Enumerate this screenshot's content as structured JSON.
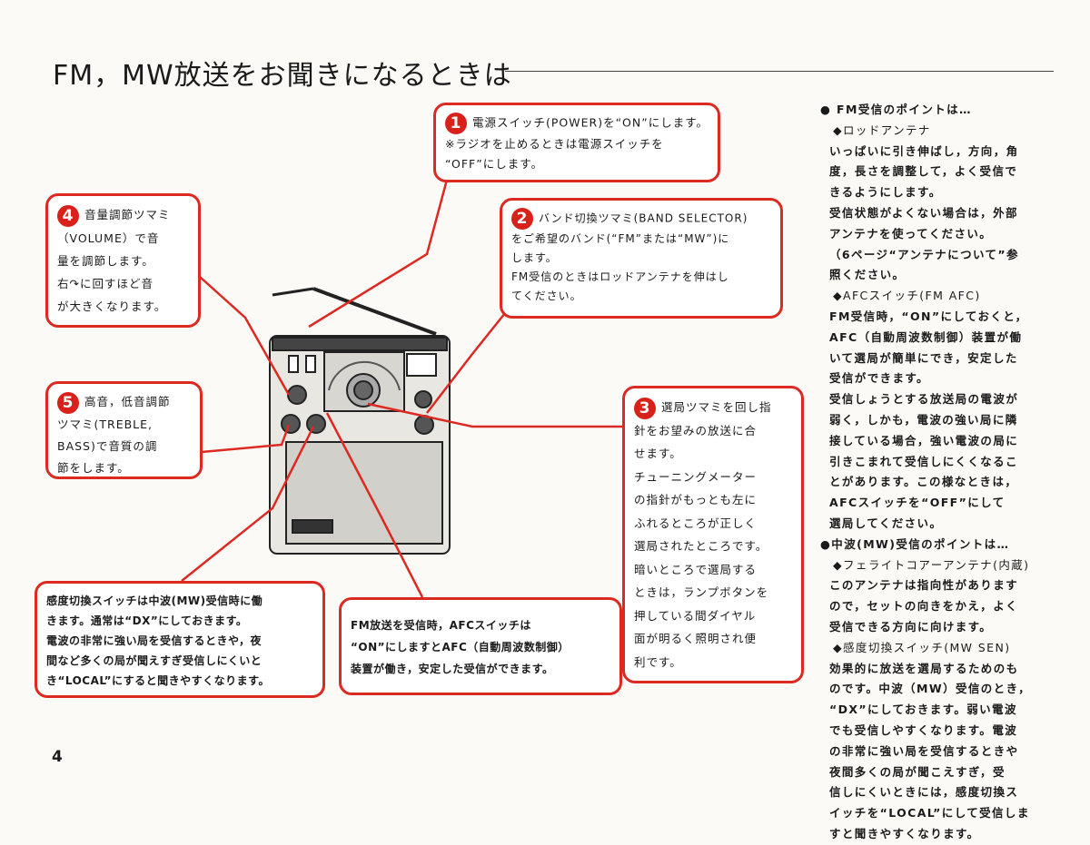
{
  "title": "FM，MW放送をお聞きになるときは",
  "page_number": "4",
  "callouts": {
    "c1": {
      "number": "1",
      "lines": [
        "電源スイッチ(POWER)を“ON”にします。",
        "※ラジオを止めるときは電源スイッチを",
        "“OFF”にします。"
      ]
    },
    "c2": {
      "number": "2",
      "lines": [
        "バンド切換ツマミ(BAND SELECTOR)",
        "をご希望のバンド(“FM”または“MW”)に",
        "します。",
        "FM受信のときはロッドアンテナを伸はし",
        "てください。"
      ]
    },
    "c3": {
      "number": "3",
      "lines": [
        "選局ツマミを回し指",
        "針をお望みの放送に合",
        "せます。",
        "チューニングメーター",
        "の指針がもっとも左に",
        "ふれるところが正しく",
        "選局されたところです。",
        "暗いところで選局する",
        "ときは，ランプボタンを",
        "押している間ダイヤル",
        "面が明るく照明され便",
        "利です。"
      ]
    },
    "c4": {
      "number": "4",
      "lines": [
        "音量調節ツマミ",
        "（VOLUME）で音",
        "量を調節します。",
        "右↷に回すほど音",
        "が大きくなります。"
      ]
    },
    "c5": {
      "number": "5",
      "lines": [
        "高音，低音調節",
        "ツマミ(TREBLE,",
        "BASS)で音質の調",
        "節をします。"
      ]
    },
    "sens": {
      "lines": [
        "感度切換スイッチは中波(MW)受信時に働",
        "きます。通常は“DX”にしておきます。",
        "電波の非常に強い局を受信するときや，夜",
        "間など多くの局が聞えすぎ受信しにくいと",
        "き“LOCAL”にすると聞きやすくなります。"
      ]
    },
    "afc": {
      "lines": [
        "FM放送を受信時，AFCスイッチは",
        "“ON”にしますとAFC（自動周波数制御）",
        "装置が働き，安定した受信ができます。"
      ]
    }
  },
  "right_column": [
    {
      "type": "head",
      "text": "● FM受信のポイントは…"
    },
    {
      "type": "sub",
      "text": "◆ロッドアンテナ"
    },
    {
      "type": "body",
      "text": "いっぱいに引き伸ばし，方向，角"
    },
    {
      "type": "body",
      "text": "度，長さを調整して，よく受信で"
    },
    {
      "type": "body",
      "text": "きるようにします。"
    },
    {
      "type": "body",
      "text": "受信状態がよくない場合は，外部"
    },
    {
      "type": "body",
      "text": "アンテナを使ってください。"
    },
    {
      "type": "body",
      "text": "（6ページ“アンテナについて”参"
    },
    {
      "type": "body",
      "text": "照ください。"
    },
    {
      "type": "sub",
      "text": "◆AFCスイッチ(FM AFC)"
    },
    {
      "type": "body",
      "text": "FM受信時，“ON”にしておくと，"
    },
    {
      "type": "body",
      "text": "AFC（自動周波数制御）装置が働"
    },
    {
      "type": "body",
      "text": "いて選局が簡単にでき，安定した"
    },
    {
      "type": "body",
      "text": "受信ができます。"
    },
    {
      "type": "body",
      "text": "受信しょうとする放送局の電波が"
    },
    {
      "type": "body",
      "text": "弱く，しかも，電波の強い局に隣"
    },
    {
      "type": "body",
      "text": "接している場合，強い電波の局に"
    },
    {
      "type": "body",
      "text": "引きこまれて受信しにくくなるこ"
    },
    {
      "type": "body",
      "text": "とがあります。この様なときは，"
    },
    {
      "type": "body",
      "text": "AFCスイッチを“OFF”にして"
    },
    {
      "type": "body",
      "text": "選局してください。"
    },
    {
      "type": "head",
      "text": "●中波(MW)受信のポイントは…"
    },
    {
      "type": "sub",
      "text": "◆フェライトコアーアンテナ(内蔵)"
    },
    {
      "type": "body",
      "text": "このアンテナは指向性があります"
    },
    {
      "type": "body",
      "text": "ので，セットの向きをかえ，よく"
    },
    {
      "type": "body",
      "text": "受信できる方向に向けます。"
    },
    {
      "type": "sub",
      "text": "◆感度切換スイッチ(MW SEN)"
    },
    {
      "type": "body",
      "text": "効果的に放送を選局するためのも"
    },
    {
      "type": "body",
      "text": "のです。中波（MW）受信のとき，"
    },
    {
      "type": "body",
      "text": "“DX”にしておきます。弱い電波"
    },
    {
      "type": "body",
      "text": "でも受信しやすくなります。電波"
    },
    {
      "type": "body",
      "text": "の非常に強い局を受信するときや"
    },
    {
      "type": "body",
      "text": "夜間多くの局が聞こえすぎ，受"
    },
    {
      "type": "body",
      "text": "信しにくいときには，感度切換ス"
    },
    {
      "type": "body",
      "text": "イッチを“LOCAL”にして受信しま"
    },
    {
      "type": "body",
      "text": "すと聞きやすくなります。"
    }
  ],
  "colors": {
    "accent": "#dc2a22",
    "text": "#1a1a1a",
    "paper": "#fbfaf6"
  }
}
